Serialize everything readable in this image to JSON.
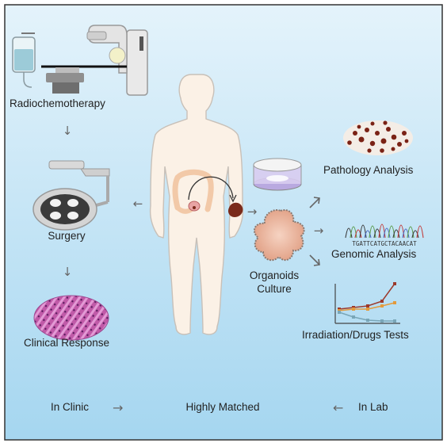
{
  "labels": {
    "radiochemotherapy": "Radiochemotherapy",
    "surgery": "Surgery",
    "clinical_response": "Clinical Response",
    "organoids_culture_line1": "Organoids",
    "organoids_culture_line2": "Culture",
    "pathology_analysis": "Pathology Analysis",
    "genomic_analysis": "Genomic Analysis",
    "irradiation_drugs_tests": "Irradiation/Drugs Tests",
    "dna_sequence": "TGATTCATGCTACAACAT"
  },
  "footer": {
    "in_clinic": "In Clinic",
    "highly_matched": "Highly Matched",
    "in_lab": "In Lab"
  },
  "colors": {
    "background_top": "#d9eefa",
    "background_bottom": "#a9d9f2",
    "body_fill": "#fbf1e6",
    "tumor": "#7a2a1a",
    "organoid": "#ecb9a2",
    "line_red": "#9c3a2c",
    "line_orange": "#e39a3c",
    "line_blue": "#79a6b8"
  },
  "icons": [
    "radiotherapy-machine-icon",
    "iv-bag-icon",
    "surgical-lamp-icon",
    "tissue-slide-icon",
    "human-body-icon",
    "petri-dish-icon",
    "organoid-icon",
    "pathology-slide-icon",
    "chromatogram-icon",
    "line-chart-icon"
  ]
}
